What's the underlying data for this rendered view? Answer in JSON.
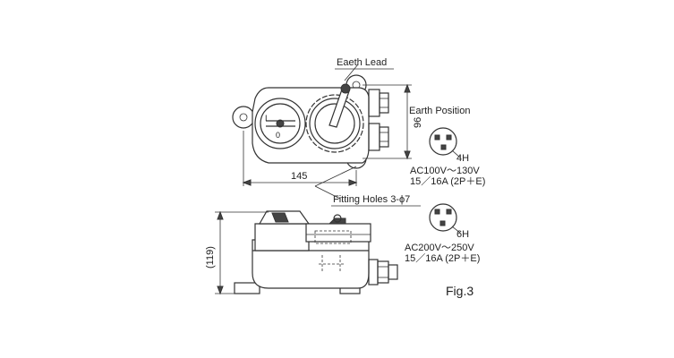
{
  "labels": {
    "earth_lead": "Eaeth Lead",
    "earth_position": "Earth Position",
    "fitting_holes": "Fitting Holes  3-ϕ7",
    "fig": "Fig.3"
  },
  "dimensions": {
    "width": "145",
    "depth": "96",
    "height": "(119)"
  },
  "plugs": [
    {
      "code": "4H",
      "voltage": "AC100V～130V",
      "rating": "15／16A (2P＋E)"
    },
    {
      "code": "6H",
      "voltage": "AC200V～250V",
      "rating": "15／16A (2P＋E)"
    }
  ],
  "switch_marks": {
    "on": "I",
    "off": "0"
  }
}
